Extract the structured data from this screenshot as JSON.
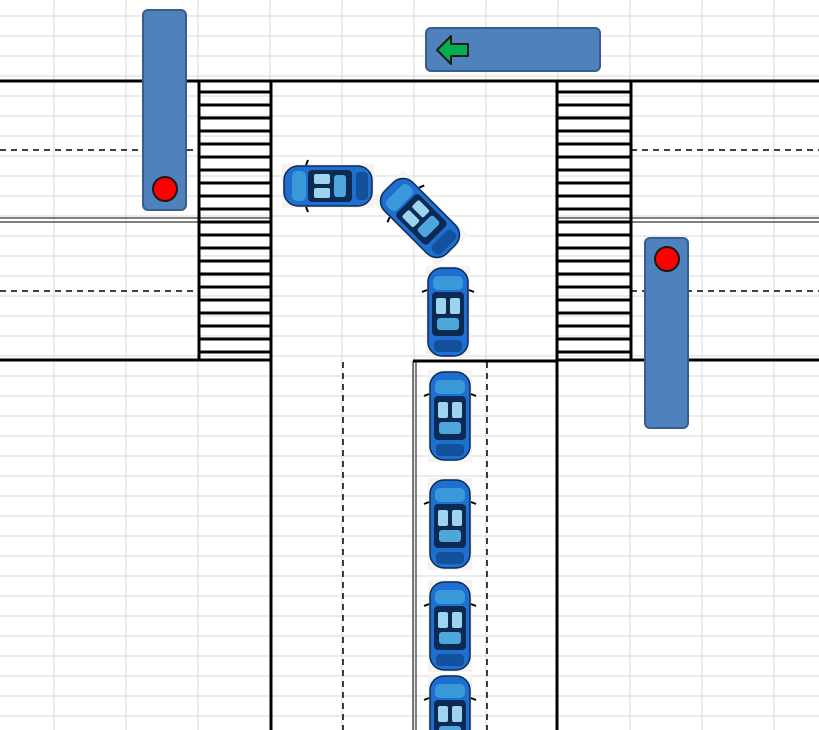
{
  "diagram": {
    "signals": [
      {
        "name": "left-traffic-signal",
        "lamp": "red",
        "orientation": "vertical"
      },
      {
        "name": "right-traffic-signal",
        "lamp": "red",
        "orientation": "vertical"
      },
      {
        "name": "left-turn-arrow-signal",
        "arrow": "left",
        "arrow_color": "green"
      }
    ],
    "cars": {
      "count": 7,
      "color": "blue",
      "queue": "northbound lane",
      "lead_cars_turning": "left"
    }
  },
  "colors": {
    "signal_body": "#4f81bd",
    "signal_border": "#385d8a",
    "lamp_red": "#ff0000",
    "arrow_green": "#00b050",
    "car_blue": "#1f6fd0",
    "car_dark": "#0d2a55",
    "road_line": "#000000",
    "grid_line": "#d9d9d9"
  }
}
